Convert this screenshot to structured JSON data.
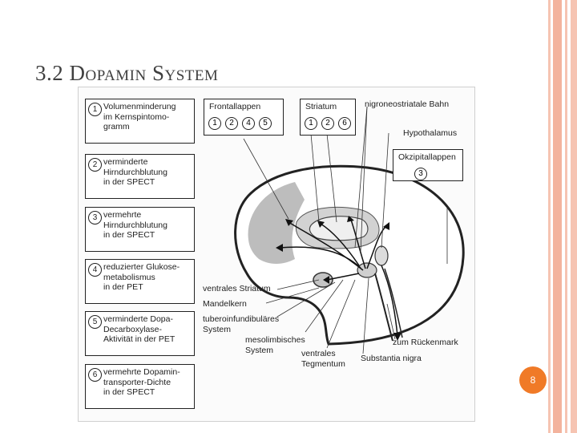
{
  "slide": {
    "title": "3.2 Dopamin System",
    "page_number": "8",
    "accent_color": "#f07a27",
    "rail_color": "#f6c4b2"
  },
  "figure": {
    "left_boxes": [
      {
        "num": "1",
        "text": "Volumenminderung\nim Kernspintomo-\ngramm"
      },
      {
        "num": "2",
        "text": "verminderte\nHirndurchblutung\nin der SPECT"
      },
      {
        "num": "3",
        "text": "vermehrte\nHirndurchblutung\nin der SPECT"
      },
      {
        "num": "4",
        "text": "reduzierter Glukose-\nmetabolismus\nin der PET"
      },
      {
        "num": "5",
        "text": "verminderte Dopa-\nDecarboxylase-\nAktivität in der PET"
      },
      {
        "num": "6",
        "text": "vermehrte Dopamin-\ntransporter-Dichte\nin der SPECT"
      }
    ],
    "frontallappen": {
      "title": "Frontallappen",
      "nums": [
        "1",
        "2",
        "4",
        "5"
      ]
    },
    "striatum": {
      "title": "Striatum",
      "nums": [
        "1",
        "2",
        "6"
      ]
    },
    "okzipitallappen": {
      "title": "Okzipitallappen",
      "nums": [
        "3"
      ]
    },
    "labels": {
      "nigroneostriatale": "nigroneostriatale Bahn",
      "hypothalamus": "Hypothalamus",
      "ventrales_striatum": "ventrales Striatum",
      "mandelkern": "Mandelkern",
      "tuberoinfundibulaeres": "tuberoinfundibuläres\nSystem",
      "mesolimbisches": "mesolimbisches\nSystem",
      "ventrales_tegmentum": "ventrales\nTegmentum",
      "substantia_nigra": "Substantia nigra",
      "zum_rueckenmark": "zum Rückenmark"
    }
  }
}
